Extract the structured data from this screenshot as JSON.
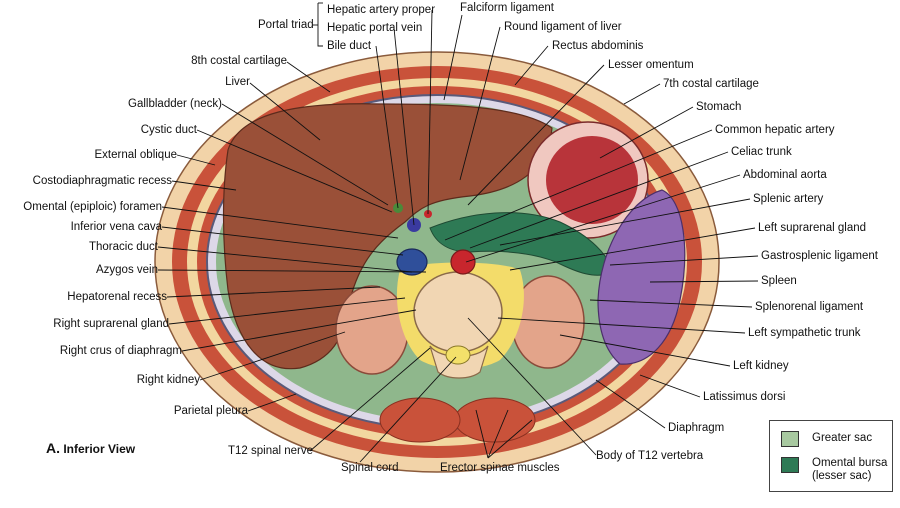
{
  "caption": {
    "letter": "A.",
    "text": "Inferior View"
  },
  "portal_triad": {
    "label": "Portal triad",
    "items": [
      "Hepatic artery proper",
      "Hepatic portal vein",
      "Bile duct"
    ]
  },
  "left_labels": [
    "8th costal cartilage",
    "Liver",
    "Gallbladder (neck)",
    "Cystic duct",
    "External oblique",
    "Costodiaphragmatic recess",
    "Omental (epiploic) foramen",
    "Inferior vena cava",
    "Thoracic duct",
    "Azygos vein",
    "Hepatorenal recess",
    "Right suprarenal gland",
    "Right crus of diaphragm",
    "Right kidney",
    "Parietal pleura"
  ],
  "top_labels": [
    "Falciform ligament",
    "Round ligament of liver",
    "Rectus abdominis",
    "Lesser omentum"
  ],
  "right_labels": [
    "7th costal cartilage",
    "Stomach",
    "Common hepatic artery",
    "Celiac trunk",
    "Abdominal aorta",
    "Splenic artery",
    "Left suprarenal gland",
    "Gastrosplenic ligament",
    "Spleen",
    "Splenorenal ligament",
    "Left sympathetic trunk",
    "Left kidney",
    "Latissimus dorsi",
    "Diaphragm"
  ],
  "bottom_labels": [
    "T12 spinal nerve",
    "Spinal cord",
    "Erector spinae muscles",
    "Body of T12 vertebra"
  ],
  "legend": [
    {
      "label": "Greater sac",
      "color": "#a8c9a0"
    },
    {
      "label": "Omental bursa\n(lesser sac)",
      "color": "#2e7a55"
    }
  ],
  "colors": {
    "skin": "#f2d3a8",
    "muscle": "#c9523a",
    "liver": "#9a5038",
    "greater_sac": "#8fb78c",
    "lesser_sac": "#2e7a55",
    "stomach": "#b8343a",
    "spleen": "#8e67b3",
    "kidney": "#e3a48a",
    "vertebra": "#f1d6b3",
    "ivc": "#2f4f9a",
    "aorta": "#c8262d",
    "fat": "#f3dc6a"
  }
}
